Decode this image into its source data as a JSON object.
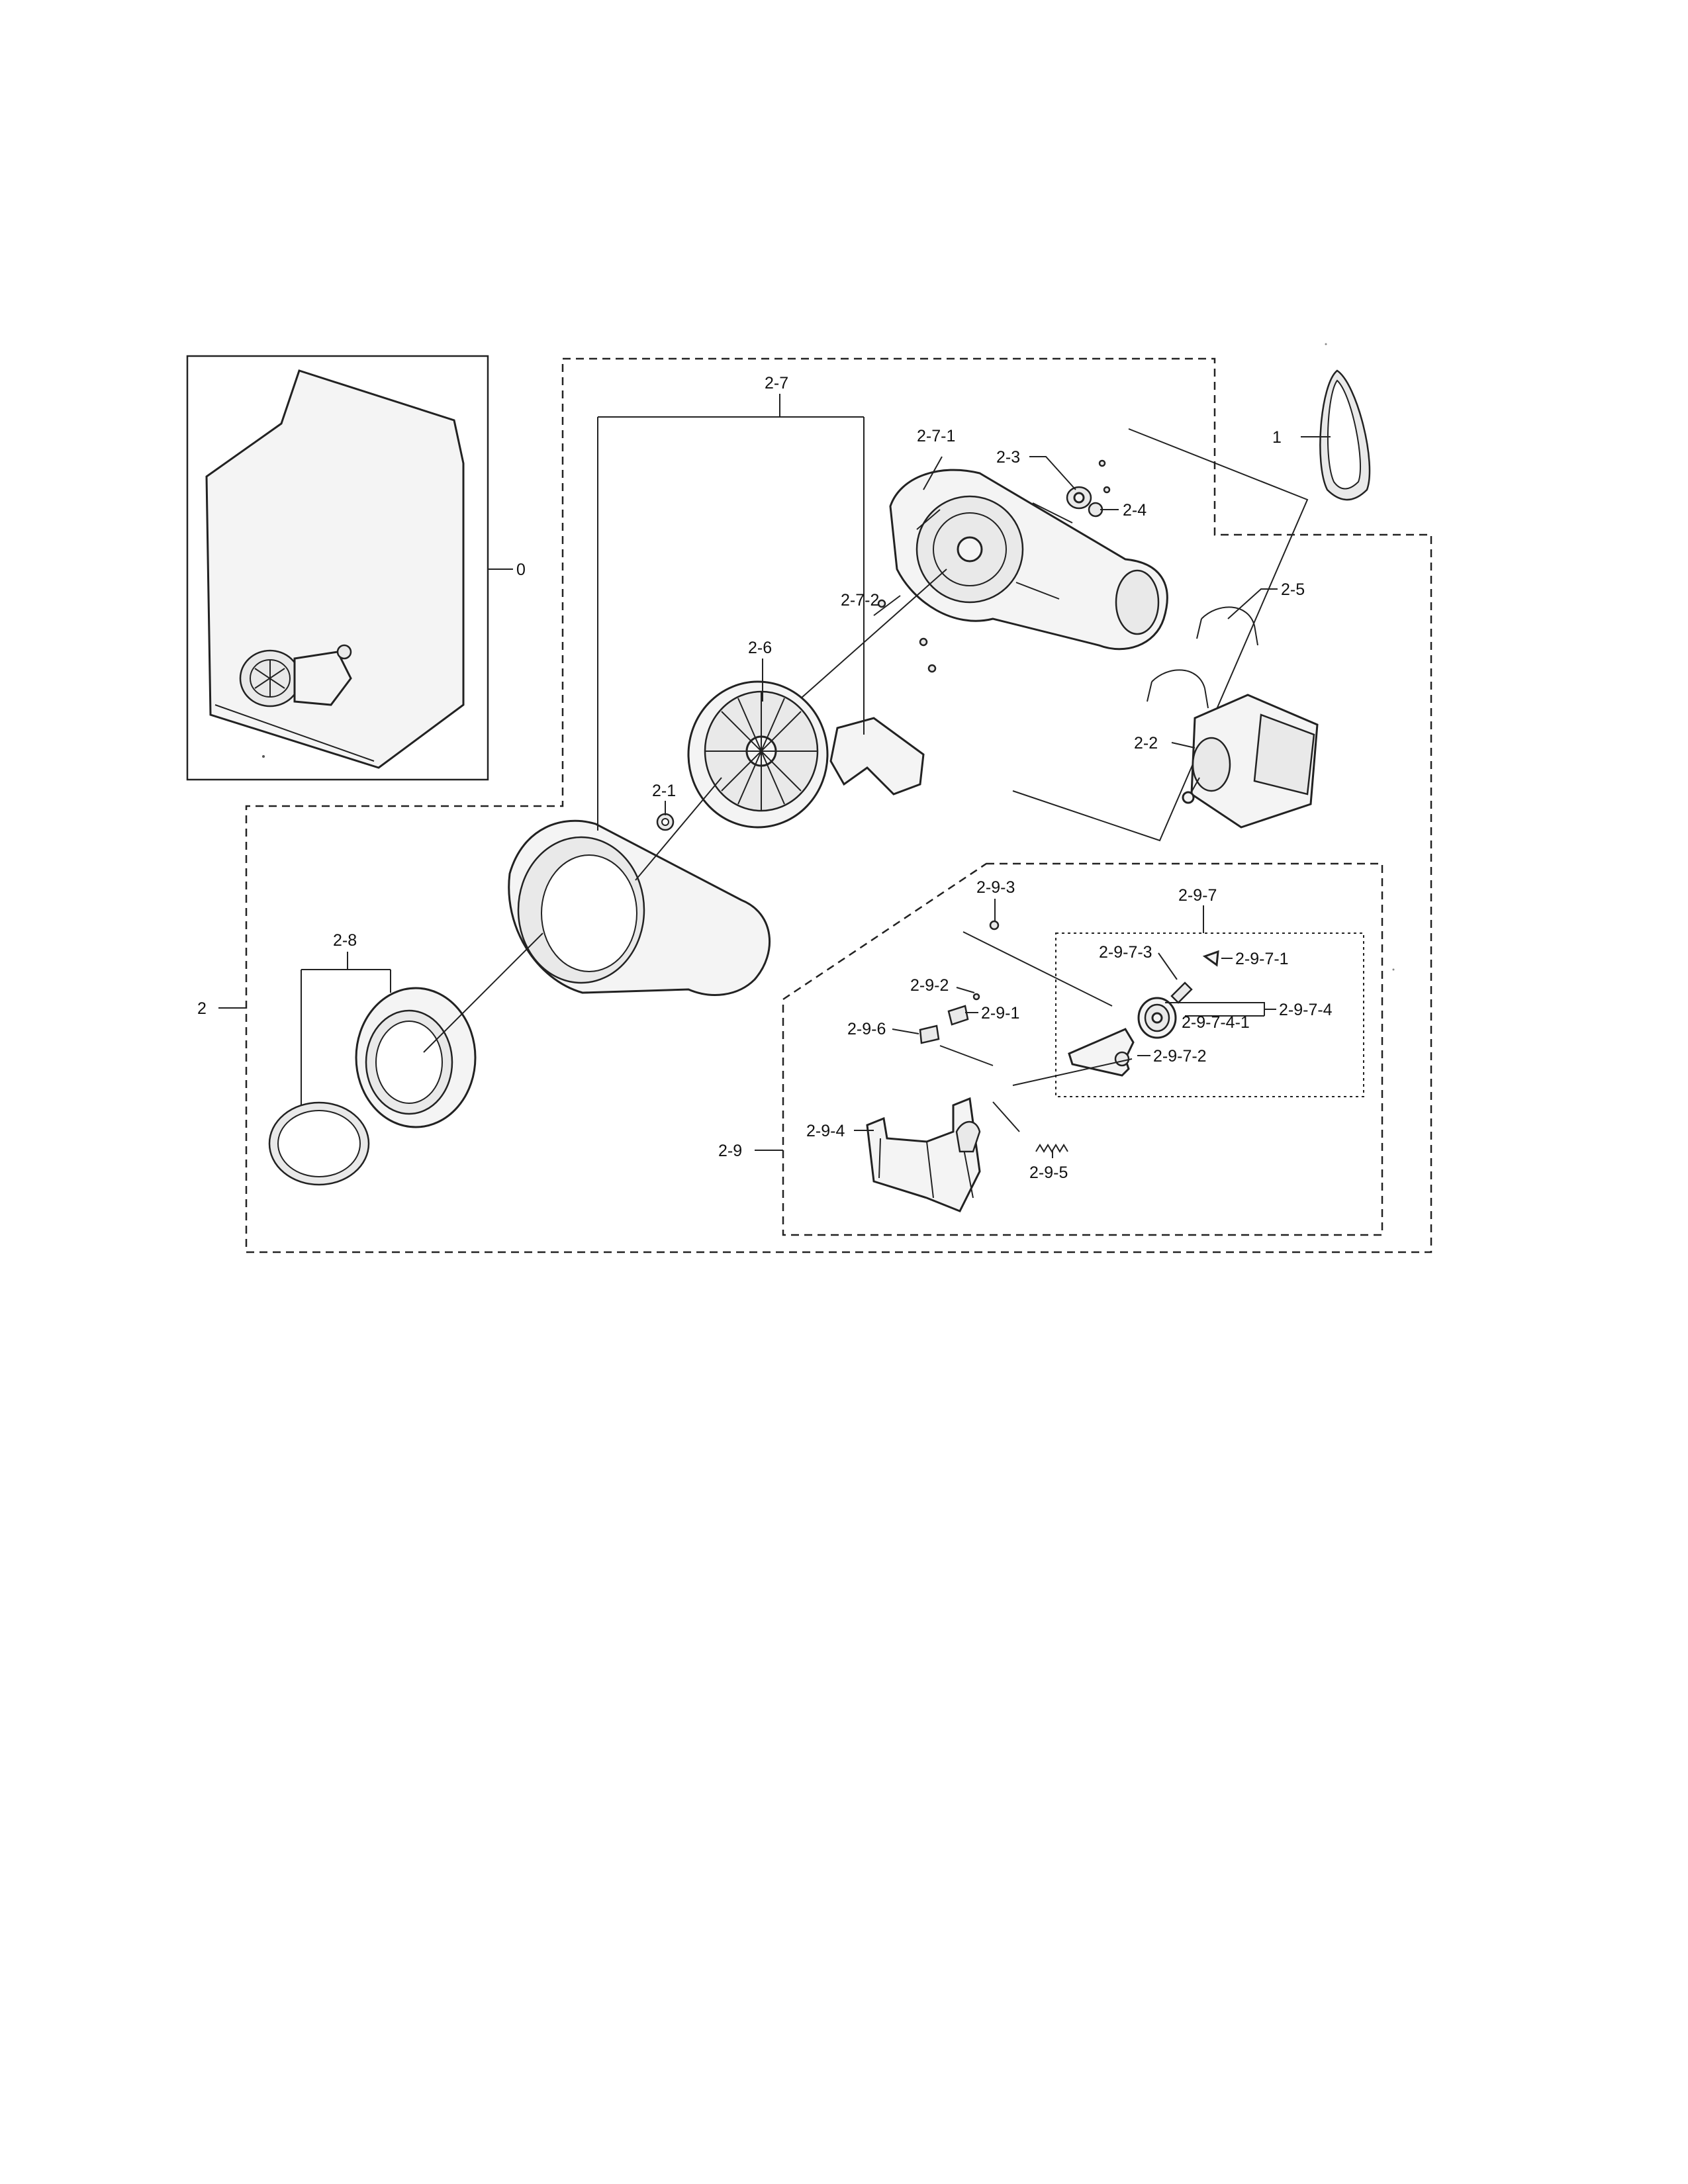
{
  "labels": {
    "l0": "0",
    "l1": "1",
    "l2": "2",
    "l2_1": "2-1",
    "l2_2": "2-2",
    "l2_3": "2-3",
    "l2_4": "2-4",
    "l2_5": "2-5",
    "l2_6": "2-6",
    "l2_7": "2-7",
    "l2_7_1": "2-7-1",
    "l2_7_2": "2-7-2",
    "l2_8": "2-8",
    "l2_9": "2-9",
    "l2_9_1": "2-9-1",
    "l2_9_2": "2-9-2",
    "l2_9_3": "2-9-3",
    "l2_9_4": "2-9-4",
    "l2_9_5": "2-9-5",
    "l2_9_6": "2-9-6",
    "l2_9_7": "2-9-7",
    "l2_9_7_1": "2-9-7-1",
    "l2_9_7_2": "2-9-7-2",
    "l2_9_7_3": "2-9-7-3",
    "l2_9_7_4": "2-9-7-4",
    "l2_9_7_4_1": "2-9-7-4-1"
  },
  "colors": {
    "line": "#222222",
    "fill": "#f4f4f4",
    "paper": "#ffffff"
  },
  "icons": [
    "dryer-cabinet-icon",
    "belt-icon",
    "blower-fan-icon",
    "motor-icon",
    "bracket-icon",
    "spring-icon",
    "idler-pulley-icon"
  ]
}
